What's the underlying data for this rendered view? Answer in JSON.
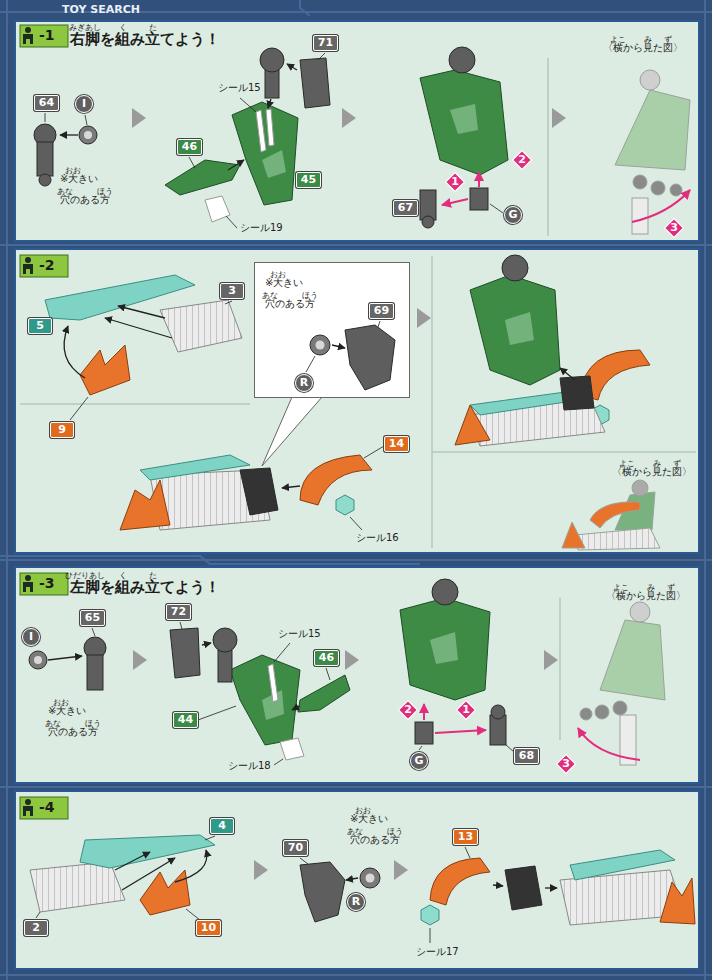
{
  "diagram": {
    "nodes": [
      {
        "text": [
          "-1",
          "右脚を組み立てよう！"
        ]
      },
      {
        "text": [
          "64"
        ],
        "in": 0
      },
      {
        "text": [
          "I"
        ],
        "in": 0
      },
      {
        "text": [
          "71"
        ],
        "in": 0
      },
      {
        "text": [
          "46"
        ],
        "in": 0
      },
      {
        "text": [
          "45"
        ],
        "in": 0
      },
      {
        "text": [
          "1"
        ],
        "in": 0
      },
      {
        "text": [
          "2"
        ],
        "in": 0
      },
      {
        "text": [
          "67"
        ],
        "in": 0
      },
      {
        "text": [
          "G"
        ],
        "in": 0
      },
      {
        "text": [
          "3"
        ],
        "in": 0
      },
      {
        "text": [
          "-2"
        ]
      },
      {
        "text": [
          "5"
        ],
        "in": 11
      },
      {
        "text": [
          "3"
        ],
        "in": 11
      },
      {
        "text": [
          "9"
        ],
        "in": 11
      },
      {
        "text": [
          "※大きい 穴のある方"
        ],
        "in": 11
      },
      {
        "text": [
          "R"
        ],
        "in": 15
      },
      {
        "text": [
          "69"
        ],
        "in": 15
      },
      {
        "text": [
          "14"
        ],
        "in": 11
      },
      {
        "text": [
          "-3",
          "左脚を組み立てよう！"
        ]
      },
      {
        "text": [
          "I"
        ],
        "in": 19
      },
      {
        "text": [
          "65"
        ],
        "in": 19
      },
      {
        "text": [
          "72"
        ],
        "in": 19
      },
      {
        "text": [
          "44"
        ],
        "in": 19
      },
      {
        "text": [
          "46"
        ],
        "in": 19
      },
      {
        "text": [
          "2"
        ],
        "in": 19
      },
      {
        "text": [
          "1"
        ],
        "in": 19
      },
      {
        "text": [
          "G"
        ],
        "in": 19
      },
      {
        "text": [
          "68"
        ],
        "in": 19
      },
      {
        "text": [
          "3"
        ],
        "in": 19
      },
      {
        "text": [
          "-4"
        ]
      },
      {
        "text": [
          "4"
        ],
        "in": 30
      },
      {
        "text": [
          "2"
        ],
        "in": 30
      },
      {
        "text": [
          "10"
        ],
        "in": 30
      },
      {
        "text": [
          "70"
        ],
        "in": 30
      },
      {
        "text": [
          "R"
        ],
        "in": 30
      },
      {
        "text": [
          "13"
        ],
        "in": 30
      }
    ],
    "labels": [
      "TOY SEARCH",
      "みぎあし",
      "く",
      "た",
      "※大きい 穴のある方",
      "おお",
      "あな",
      "ほう",
      "シール15",
      "シール19",
      "〈横から見た図〉",
      "よこ",
      "み",
      "ず",
      "おお",
      "あな",
      "ほう",
      "シール16",
      "〈横から見た図〉",
      "よこ",
      "み",
      "ず",
      "ひだりあし",
      "く",
      "た",
      "※大きい 穴のある方",
      "おお",
      "あな",
      "ほう",
      "シール15",
      "シール18",
      "〈横から見た図〉",
      "よこ",
      "み",
      "ず",
      "※大きい 穴のある方",
      "おお",
      "あな",
      "ほう",
      "シール17"
    ]
  }
}
